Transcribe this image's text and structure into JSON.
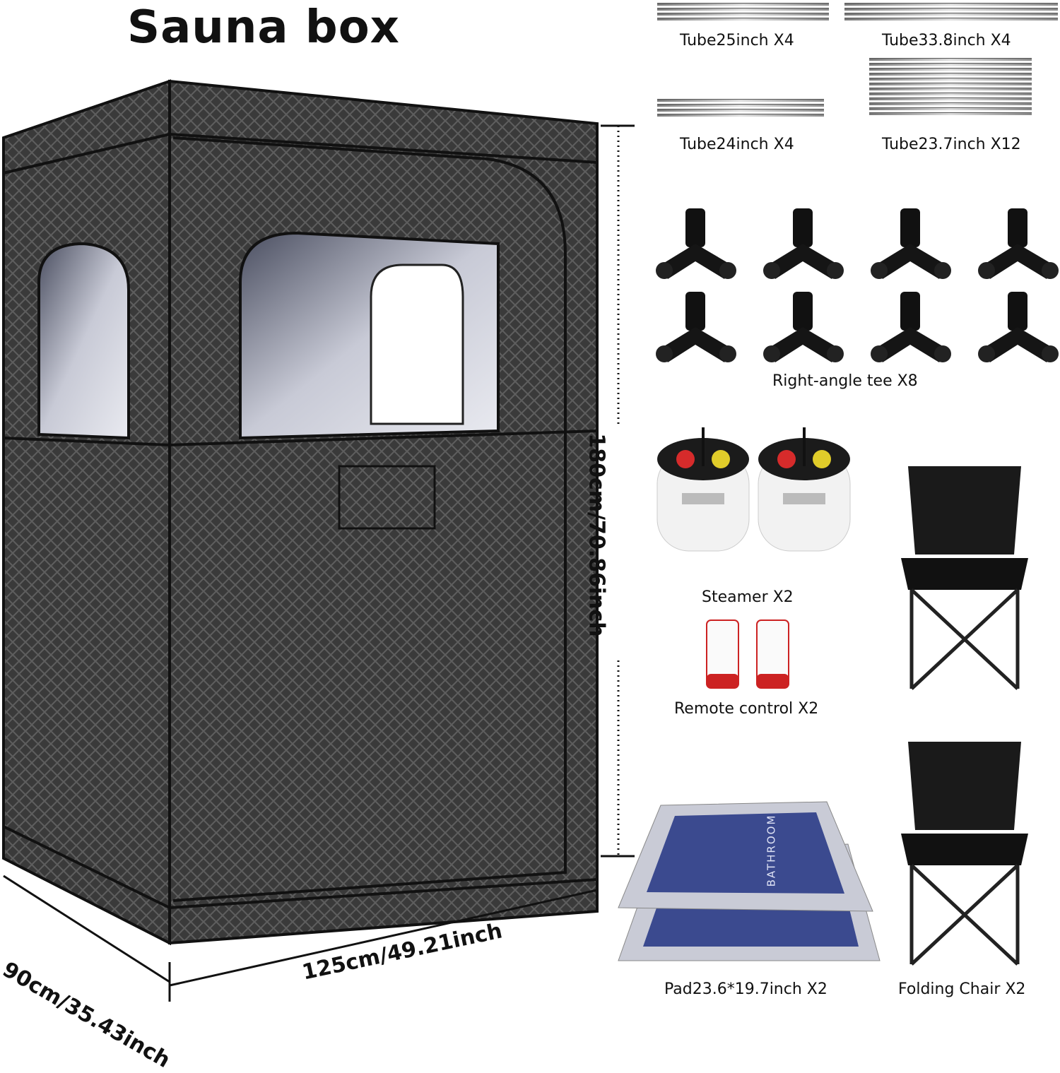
{
  "title": "Sauna box",
  "dimensions": {
    "height": "180cm/70.86inch",
    "width": "125cm/49.21inch",
    "depth": "90cm/35.43inch"
  },
  "pad_print": "BATHROOM",
  "parts": {
    "tube_25": "Tube25inch X4",
    "tube_33_8": "Tube33.8inch X4",
    "tube_24": "Tube24inch X4",
    "tube_23_7": "Tube23.7inch X12",
    "tee": "Right-angle tee X8",
    "steamer": "Steamer X2",
    "remote": "Remote control X2",
    "pad": "Pad23.6*19.7inch X2",
    "chair": "Folding Chair X2"
  },
  "colors": {
    "tent": "#3a3a3a",
    "pad": "#3b4a8f"
  }
}
